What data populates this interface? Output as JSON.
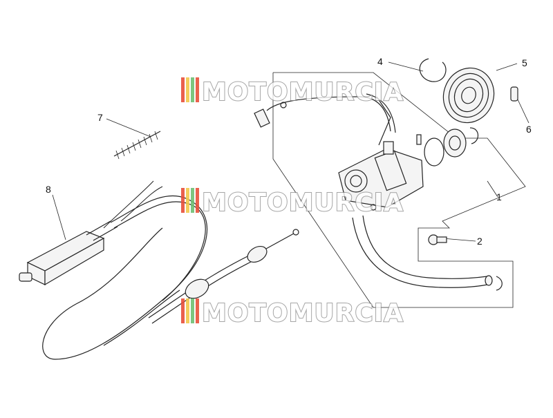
{
  "diagram": {
    "callouts": [
      "1",
      "2",
      "4",
      "5",
      "6",
      "7",
      "8"
    ],
    "watermark": "MOTOMURCIA",
    "colors": {
      "line": "#222222",
      "watermark_outline": "#8a8a8a",
      "stripe_red": "#e8503a",
      "stripe_yellow": "#f2c94c",
      "stripe_green": "#6fbf73"
    }
  }
}
